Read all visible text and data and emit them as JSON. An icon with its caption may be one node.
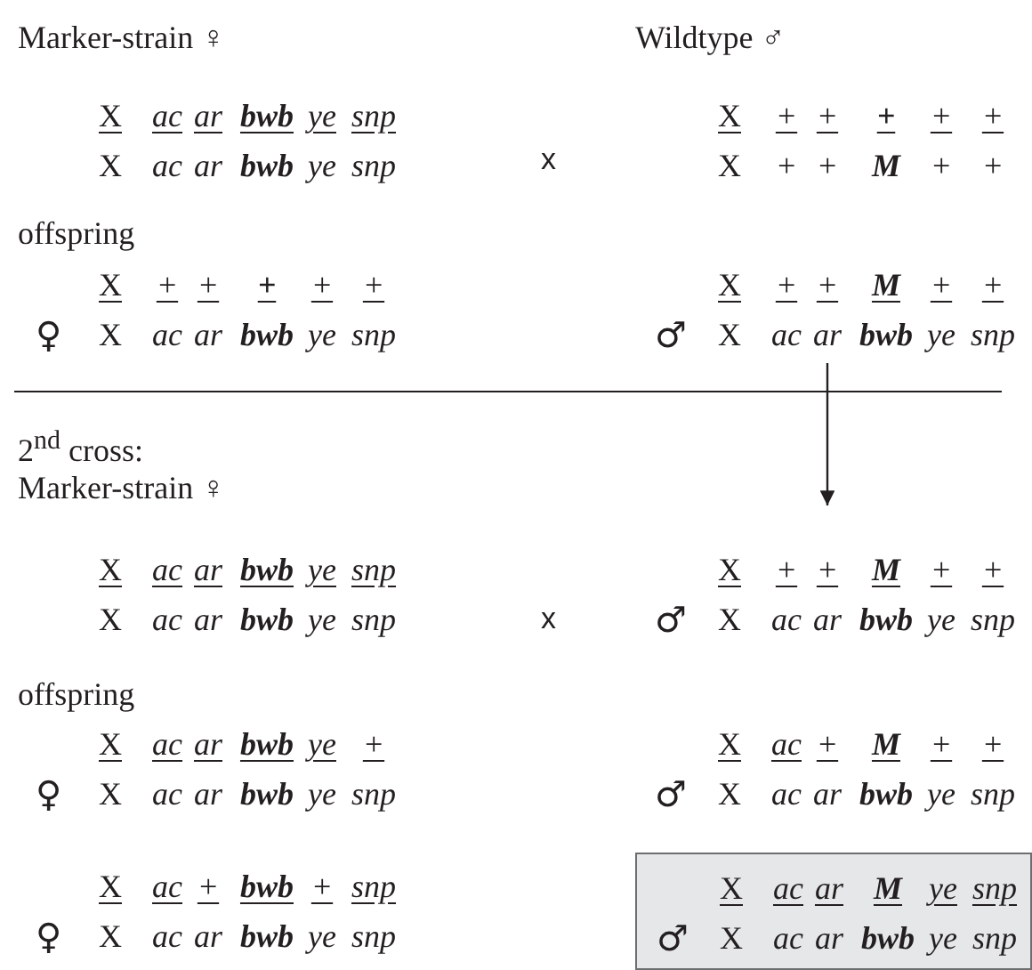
{
  "diagram": {
    "nodes": [
      {
        "text": [
          "X",
          "ac",
          "ar",
          "bwb",
          "ye",
          "snp",
          "X",
          "ac",
          "ar",
          "bwb",
          "ye",
          "snp"
        ]
      },
      {
        "text": [
          "X",
          "+",
          "+",
          "+",
          "+",
          "+",
          "X",
          "+",
          "+",
          "M",
          "+",
          "+"
        ]
      },
      {
        "text": [
          "X",
          "+",
          "+",
          "+",
          "+",
          "+",
          "X",
          "ac",
          "ar",
          "bwb",
          "ye",
          "snp"
        ],
        "beside": [
          "♀"
        ]
      },
      {
        "text": [
          "X",
          "+",
          "+",
          "M",
          "+",
          "+",
          "X",
          "ac",
          "ar",
          "bwb",
          "ye",
          "snp"
        ],
        "beside": [
          "♂"
        ]
      },
      {
        "text": [
          "X",
          "ac",
          "ar",
          "bwb",
          "ye",
          "snp",
          "X",
          "ac",
          "ar",
          "bwb",
          "ye",
          "snp"
        ]
      },
      {
        "text": [
          "X",
          "+",
          "+",
          "M",
          "+",
          "+",
          "X",
          "ac",
          "ar",
          "bwb",
          "ye",
          "snp"
        ],
        "beside": [
          "♂"
        ]
      },
      {
        "text": [
          "X",
          "ac",
          "ar",
          "bwb",
          "ye",
          "+",
          "X",
          "ac",
          "ar",
          "bwb",
          "ye",
          "snp"
        ],
        "beside": [
          "♀"
        ]
      },
      {
        "text": [
          "X",
          "ac",
          "+",
          "M",
          "+",
          "+",
          "X",
          "ac",
          "ar",
          "bwb",
          "ye",
          "snp"
        ],
        "beside": [
          "♂"
        ]
      },
      {
        "text": [
          "X",
          "ac",
          "+",
          "bwb",
          "+",
          "snp",
          "X",
          "ac",
          "ar",
          "bwb",
          "ye",
          "snp"
        ],
        "beside": [
          "♀"
        ]
      },
      {
        "text": [],
        "shape": "box"
      },
      {
        "text": [
          "X",
          "ac",
          "ar",
          "M",
          "ye",
          "snp",
          "X",
          "ac",
          "ar",
          "bwb",
          "ye",
          "snp"
        ],
        "beside": [
          "♂"
        ],
        "in": 9
      }
    ],
    "edges": [
      {
        "from": 3,
        "to": 5,
        "arrow": "to"
      }
    ],
    "labels": [
      "Marker-strain ♀",
      "Wildtype ♂",
      "x",
      "offspring",
      "2$^{nd}$ cross:",
      "Marker-strain ♀",
      "x",
      "offspring"
    ]
  }
}
